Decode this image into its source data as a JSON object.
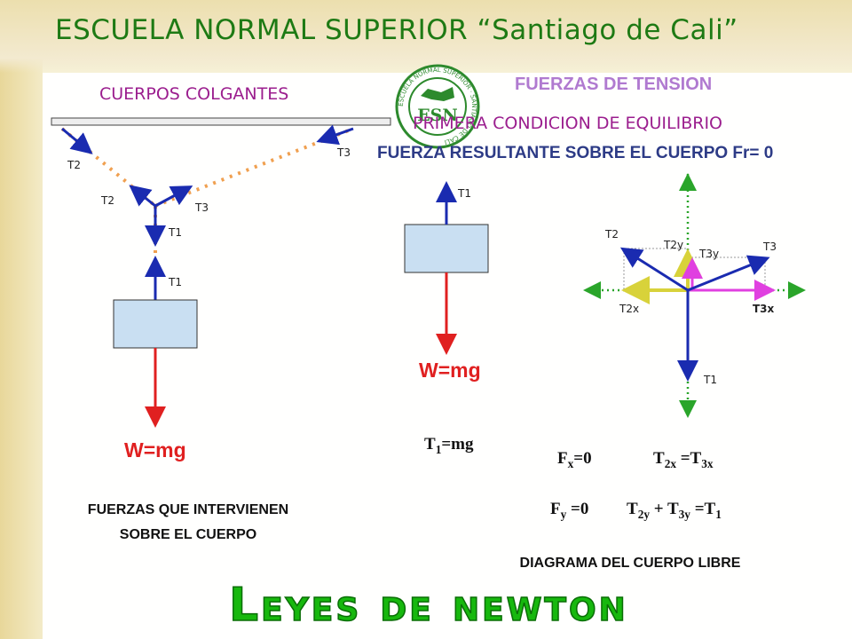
{
  "header": {
    "school": "ESCUELA NORMAL SUPERIOR “Santiago de Cali”",
    "logo_text": "ESN",
    "logo_ring": "ESCUELA NORMAL SUPERIOR · SANTIAGO DE CALI"
  },
  "left_panel": {
    "title": "CUERPOS COLGANTES",
    "labels": {
      "t1_a": "T1",
      "t1_b": "T1",
      "t2_a": "T2",
      "t2_b": "T2",
      "t3_a": "T3",
      "t3_b": "T3"
    },
    "weight": "W=mg",
    "caption_line1": "FUERZAS QUE INTERVIENEN",
    "caption_line2": "SOBRE EL CUERPO"
  },
  "right_header": {
    "fuerzas_tension": "FUERZAS DE TENSION",
    "primera_condicion": "PRIMERA CONDICION DE EQUILIBRIO",
    "resultante": "FUERZA RESULTANTE SOBRE EL CUERPO Fr= 0"
  },
  "middle_panel": {
    "t1_label": "T1",
    "weight": "W=mg",
    "equation": {
      "lhs": "T",
      "lhs_sub": "1",
      "rhs": "=mg"
    }
  },
  "free_body": {
    "labels": {
      "t1": "T1",
      "t2": "T2",
      "t3": "T3",
      "t2x": "T2x",
      "t3x": "T3x",
      "t2y": "T2y",
      "t3y": "T3y"
    },
    "caption": "DIAGRAMA DEL CUERPO LIBRE"
  },
  "equations": {
    "fx_lhs": "F",
    "fx_sub": "x",
    "fx_rhs": "=0",
    "fx_eq_a": "T",
    "fx_eq_a_sub": "2x",
    "fx_eq_mid": " =T",
    "fx_eq_b_sub": "3x",
    "fy_lhs": "F",
    "fy_sub": "y",
    "fy_rhs": " =0",
    "fy_eq_a": "T",
    "fy_eq_a_sub": "2y",
    "fy_eq_plus": " + T",
    "fy_eq_b_sub": "3y",
    "fy_eq_end": " =T",
    "fy_eq_end_sub": "1"
  },
  "footer": {
    "title": "Leyes de newton"
  },
  "colors": {
    "arrow_blue": "#1a2bb0",
    "weight_red": "#e02020",
    "dotted_orange": "#f0a050",
    "green_axis": "#2aa52a",
    "yellow": "#d8d23a",
    "magenta": "#e040e0",
    "box_fill": "#c9dff2"
  }
}
